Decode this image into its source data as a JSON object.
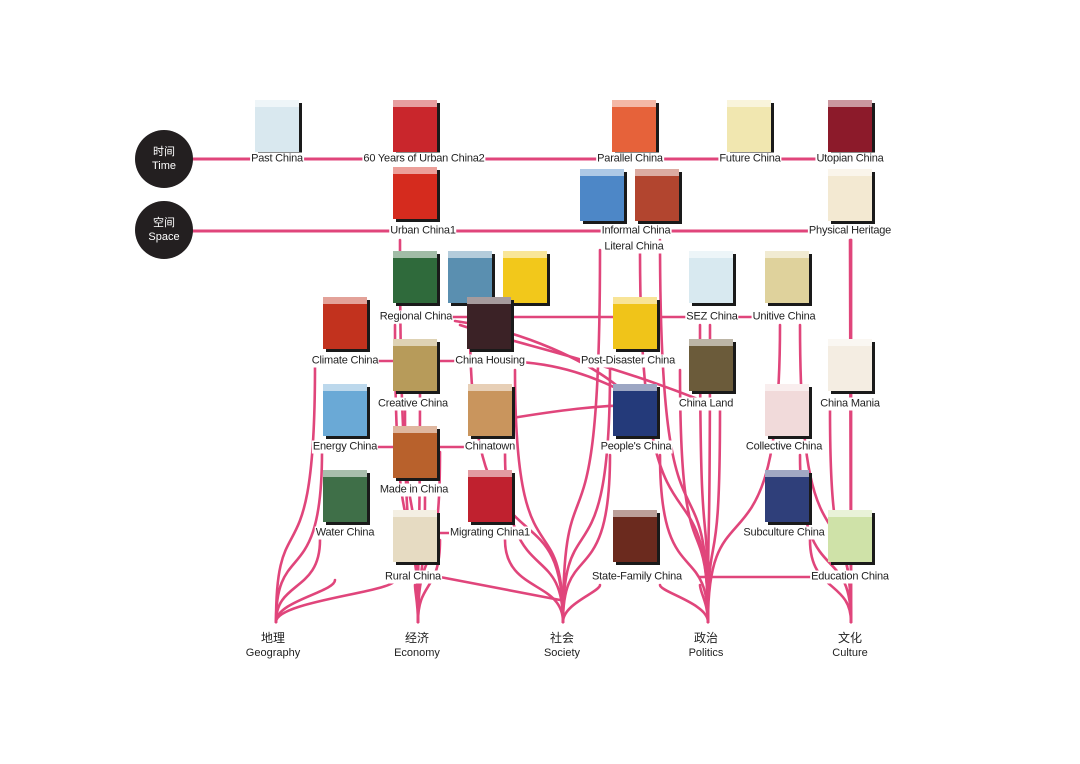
{
  "accent_color": "#e0457b",
  "hubs": [
    {
      "id": "time",
      "cn": "时间",
      "en": "Time"
    },
    {
      "id": "space",
      "cn": "空间",
      "en": "Space"
    }
  ],
  "categories": [
    {
      "id": "geo",
      "cn": "地理",
      "en": "Geography"
    },
    {
      "id": "eco",
      "cn": "经济",
      "en": "Economy"
    },
    {
      "id": "soc",
      "cn": "社会",
      "en": "Society"
    },
    {
      "id": "pol",
      "cn": "政治",
      "en": "Politics"
    },
    {
      "id": "cul",
      "cn": "文化",
      "en": "Culture"
    }
  ],
  "issues": [
    {
      "id": "past",
      "label": "Past China",
      "cover": "#d9e8ef",
      "line": "time"
    },
    {
      "id": "sixty",
      "label": "60 Years of Urban China2",
      "cover": "#c9262c",
      "line": "time"
    },
    {
      "id": "parallel",
      "label": "Parallel China",
      "cover": "#e6623a",
      "line": "time"
    },
    {
      "id": "future",
      "label": "Future China",
      "cover": "#f1e7b0",
      "line": "time"
    },
    {
      "id": "utopian",
      "label": "Utopian China",
      "cover": "#8c1a2a",
      "line": "time"
    },
    {
      "id": "urban1",
      "label": "Urban China1",
      "cover": "#d52b1e",
      "line": "space"
    },
    {
      "id": "informal",
      "label": "Informal China",
      "cover": "#4d87c7",
      "line": "space"
    },
    {
      "id": "literal",
      "label": "Literal China",
      "cover": "#b2452f",
      "line": "space"
    },
    {
      "id": "heritage",
      "label": "Physical Heritage",
      "cover": "#f3e9d2",
      "line": "space"
    },
    {
      "id": "regional",
      "label": "Regional China",
      "cover": "#2f6a3b",
      "categories": [
        "eco",
        "soc",
        "pol"
      ]
    },
    {
      "id": "housing",
      "label": "China Housing",
      "cover": "#3b2226",
      "categories": [
        "soc",
        "eco"
      ]
    },
    {
      "id": "sez",
      "label": "SEZ China",
      "cover": "#d8e9f0",
      "categories": [
        "pol"
      ]
    },
    {
      "id": "unitive",
      "label": "Unitive China",
      "cover": "#dfd29c",
      "categories": [
        "pol",
        "cul"
      ]
    },
    {
      "id": "climate",
      "label": "Climate China",
      "cover": "#c2321e",
      "categories": [
        "geo"
      ]
    },
    {
      "id": "postdisaster",
      "label": "Post-Disaster China",
      "cover": "#f0c419",
      "categories": [
        "soc",
        "pol"
      ]
    },
    {
      "id": "creative",
      "label": "Creative China",
      "cover": "#b79b5a",
      "categories": [
        "eco"
      ]
    },
    {
      "id": "land",
      "label": "China Land",
      "cover": "#6b5b3a",
      "categories": [
        "pol"
      ]
    },
    {
      "id": "mania",
      "label": "China Mania",
      "cover": "#f4ede2",
      "categories": [
        "cul"
      ]
    },
    {
      "id": "energy",
      "label": "Energy China",
      "cover": "#6aa9d6",
      "categories": [
        "geo"
      ]
    },
    {
      "id": "chinatown",
      "label": "Chinatown",
      "cover": "#c9955d",
      "categories": [
        "soc"
      ]
    },
    {
      "id": "peoples",
      "label": "People's China",
      "cover": "#243a7a",
      "categories": [
        "pol"
      ]
    },
    {
      "id": "collective",
      "label": "Collective China",
      "cover": "#f1dada",
      "categories": [
        "cul"
      ]
    },
    {
      "id": "madein",
      "label": "Made in China",
      "cover": "#b8612c",
      "categories": [
        "eco"
      ]
    },
    {
      "id": "water",
      "label": "Water China",
      "cover": "#3f6f48",
      "categories": [
        "geo"
      ]
    },
    {
      "id": "migrating",
      "label": "Migrating China1",
      "cover": "#c0212f",
      "categories": [
        "soc"
      ]
    },
    {
      "id": "subculture",
      "label": "Subculture China",
      "cover": "#2f3f7a",
      "categories": [
        "cul"
      ]
    },
    {
      "id": "rural",
      "label": "Rural China",
      "cover": "#e6dbc2",
      "categories": [
        "eco",
        "geo"
      ]
    },
    {
      "id": "statefamily",
      "label": "State-Family China",
      "cover": "#6b2a1e",
      "categories": [
        "soc"
      ]
    },
    {
      "id": "education",
      "label": "Education China",
      "cover": "#cfe2a8",
      "categories": [
        "cul"
      ]
    },
    {
      "id": "cluster_a",
      "label": "",
      "cover": "#5a8fb0",
      "categories": [
        "eco"
      ]
    },
    {
      "id": "cluster_b",
      "label": "",
      "cover": "#f2c81b",
      "categories": [
        "soc"
      ]
    }
  ]
}
